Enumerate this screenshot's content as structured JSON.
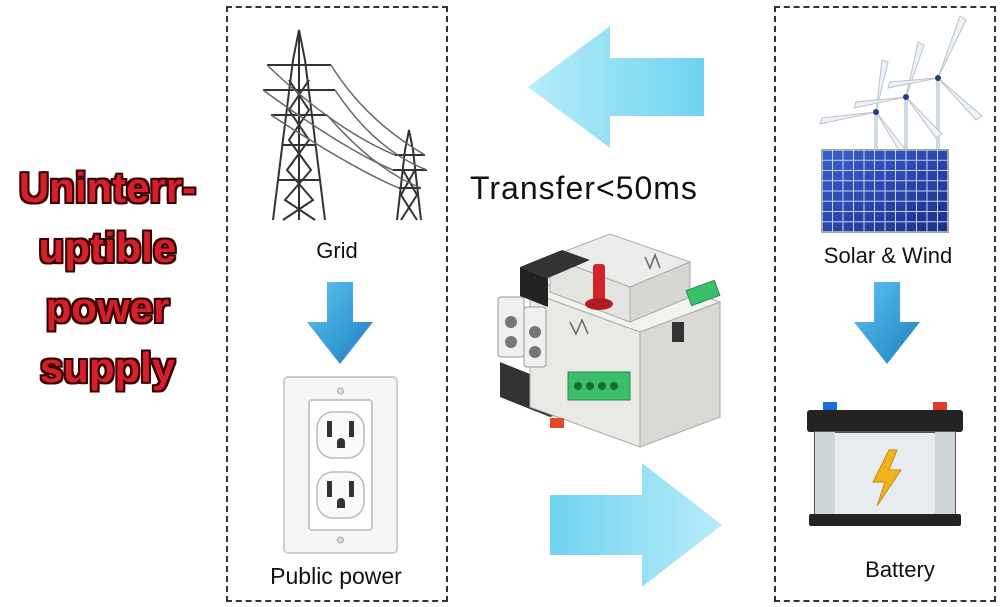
{
  "headline": {
    "line1": "Uninterr-",
    "line2": "uptible",
    "line3": "power",
    "line4": "supply"
  },
  "grid_panel": {
    "top_label": "Grid",
    "bottom_label": "Public power"
  },
  "center": {
    "transfer_label": "Transfer<50ms"
  },
  "renewable_panel": {
    "top_label": "Solar & Wind",
    "bottom_label": "Battery"
  },
  "colors": {
    "headline_red": "#d4202a",
    "flow_arrow_blue": "#7fd8f0",
    "down_arrow_blue": "#2a9fd8",
    "panel_border": "#333333"
  },
  "icons": [
    "power-tower-icon",
    "wall-outlet-icon",
    "transfer-switch-icon",
    "wind-turbine-icon",
    "solar-panel-icon",
    "battery-icon"
  ]
}
